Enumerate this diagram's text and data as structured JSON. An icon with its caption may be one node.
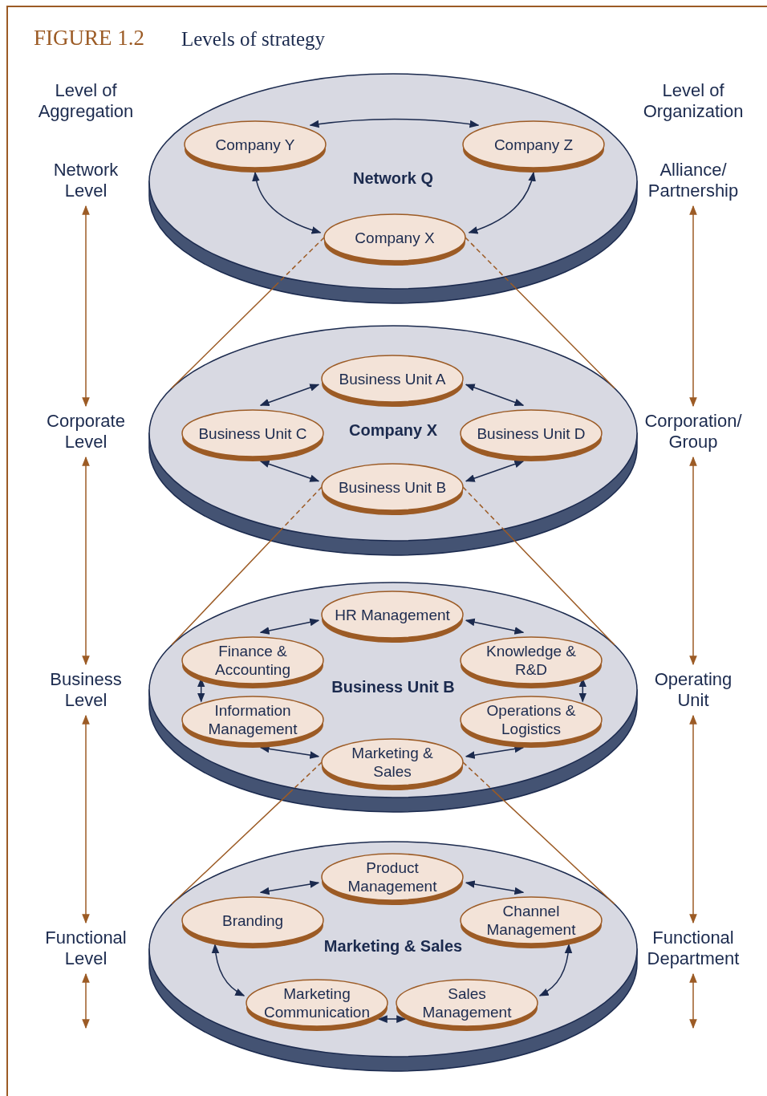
{
  "diagram": {
    "title": "Levels of strategy",
    "nodes": [
      {
        "text": [
          "Network Level"
        ]
      },
      {
        "text": [
          "Alliance/ Partnership"
        ]
      },
      {
        "text": [
          "Network Q"
        ]
      },
      {
        "text": [
          "Company Y"
        ],
        "in": 2
      },
      {
        "text": [
          "Company Z"
        ],
        "in": 2
      },
      {
        "text": [
          "Company X"
        ],
        "in": 2
      },
      {
        "text": [
          "Corporate Level"
        ]
      },
      {
        "text": [
          "Corporation/ Group"
        ]
      },
      {
        "text": [
          "Company X"
        ]
      },
      {
        "text": [
          "Business Unit A"
        ],
        "in": 8
      },
      {
        "text": [
          "Business Unit C"
        ],
        "in": 8
      },
      {
        "text": [
          "Business Unit D"
        ],
        "in": 8
      },
      {
        "text": [
          "Business Unit B"
        ],
        "in": 8
      },
      {
        "text": [
          "Business Level"
        ]
      },
      {
        "text": [
          "Operating Unit"
        ]
      },
      {
        "text": [
          "Business Unit B"
        ]
      },
      {
        "text": [
          "HR Management"
        ],
        "in": 15
      },
      {
        "text": [
          "Finance & Accounting"
        ],
        "in": 15
      },
      {
        "text": [
          "Knowledge & R&D"
        ],
        "in": 15
      },
      {
        "text": [
          "Information Management"
        ],
        "in": 15
      },
      {
        "text": [
          "Operations & Logistics"
        ],
        "in": 15
      },
      {
        "text": [
          "Marketing & Sales"
        ],
        "in": 15
      },
      {
        "text": [
          "Functional Level"
        ]
      },
      {
        "text": [
          "Functional Department"
        ]
      },
      {
        "text": [
          "Marketing & Sales"
        ]
      },
      {
        "text": [
          "Product Management"
        ],
        "in": 24
      },
      {
        "text": [
          "Branding"
        ],
        "in": 24
      },
      {
        "text": [
          "Channel Management"
        ],
        "in": 24
      },
      {
        "text": [
          "Marketing Communication"
        ],
        "in": 24
      },
      {
        "text": [
          "Sales Management"
        ],
        "in": 24
      }
    ],
    "edges": [
      {
        "from": 0,
        "to": 6,
        "arrow": "both",
        "color": "#9c5b25"
      },
      {
        "from": 1,
        "to": 7,
        "arrow": "both",
        "color": "#9c5b25"
      },
      {
        "from": 3,
        "to": 4,
        "arrow": "both"
      },
      {
        "from": 3,
        "to": 5,
        "arrow": "both"
      },
      {
        "from": 4,
        "to": 5,
        "arrow": "both"
      },
      {
        "from": 5,
        "to": 8,
        "arrow": "none",
        "style": "dashed",
        "color": "#9c5b25"
      },
      {
        "from": 5,
        "to": 8,
        "arrow": "none",
        "style": "dashed",
        "color": "#9c5b25"
      },
      {
        "from": 6,
        "to": 13,
        "arrow": "both",
        "color": "#9c5b25"
      },
      {
        "from": 7,
        "to": 14,
        "arrow": "both",
        "color": "#9c5b25"
      },
      {
        "from": 10,
        "to": 9,
        "arrow": "both"
      },
      {
        "from": 9,
        "to": 11,
        "arrow": "both"
      },
      {
        "from": 10,
        "to": 12,
        "arrow": "both"
      },
      {
        "from": 12,
        "to": 11,
        "arrow": "both"
      },
      {
        "from": 12,
        "to": 15,
        "arrow": "none",
        "style": "dashed",
        "color": "#9c5b25"
      },
      {
        "from": 12,
        "to": 15,
        "arrow": "none",
        "style": "dashed",
        "color": "#9c5b25"
      },
      {
        "from": 13,
        "to": 22,
        "arrow": "both",
        "color": "#9c5b25"
      },
      {
        "from": 14,
        "to": 23,
        "arrow": "both",
        "color": "#9c5b25"
      },
      {
        "from": 17,
        "to": 16,
        "arrow": "both"
      },
      {
        "from": 16,
        "to": 18,
        "arrow": "both"
      },
      {
        "from": 17,
        "to": 19,
        "arrow": "both"
      },
      {
        "from": 18,
        "to": 20,
        "arrow": "both"
      },
      {
        "from": 19,
        "to": 21,
        "arrow": "both"
      },
      {
        "from": 21,
        "to": 20,
        "arrow": "both"
      },
      {
        "from": 21,
        "to": 24,
        "arrow": "none",
        "style": "dashed",
        "color": "#9c5b25"
      },
      {
        "from": 21,
        "to": 24,
        "arrow": "none",
        "style": "dashed",
        "color": "#9c5b25"
      },
      {
        "from": 22,
        "to": null,
        "arrow": "both",
        "color": "#9c5b25"
      },
      {
        "from": 23,
        "to": null,
        "arrow": "both",
        "color": "#9c5b25"
      },
      {
        "from": 26,
        "to": 25,
        "arrow": "both"
      },
      {
        "from": 25,
        "to": 27,
        "arrow": "both"
      },
      {
        "from": 26,
        "to": 28,
        "arrow": "both"
      },
      {
        "from": 27,
        "to": 29,
        "arrow": "both"
      },
      {
        "from": 28,
        "to": 29,
        "arrow": "both"
      }
    ],
    "labels": [
      "FIGURE 1.2",
      "Level of Aggregation",
      "Level of Organization"
    ]
  }
}
